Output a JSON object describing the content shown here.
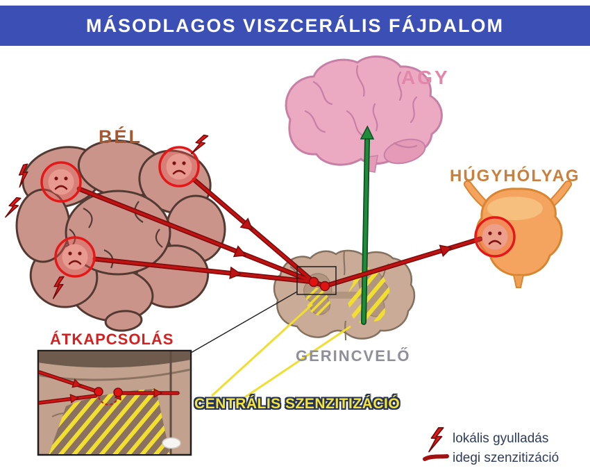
{
  "header": {
    "title": "MÁSODLAGOS VISZCERÁLIS FÁJDALOM"
  },
  "labels": {
    "brain": "AGY",
    "gut": "BÉL",
    "bladder": "HÚGYHÓLYAG",
    "spinal_cord": "GERINCVELŐ",
    "relay": "ÁTKAPCSOLÁS",
    "central_sensitization": "CENTRÁLIS SZENZITIZÁCIÓ"
  },
  "legend": {
    "items": [
      {
        "icon": "lightning-icon",
        "label": "lokális gyulladás"
      },
      {
        "icon": "nerve-line-icon",
        "label": "idegi szenzitizáció"
      }
    ]
  },
  "colors": {
    "header_bg": "#3c4fb5",
    "brain_pink": "#eba9c2",
    "brain_label": "#e287a9",
    "gut_fill": "#cb948b",
    "gut_label": "#a5582f",
    "bladder_fill": "#f4a45f",
    "bladder_label": "#c8803f",
    "cord_fill": "#c9ab97",
    "cord_label": "#8f8f99",
    "relay_label": "#d62020",
    "sensitization_yellow": "#f0de30",
    "arrow_red": "#bf1212",
    "arrow_green": "#1e8c3a",
    "legend_text": "#2e3c59"
  }
}
